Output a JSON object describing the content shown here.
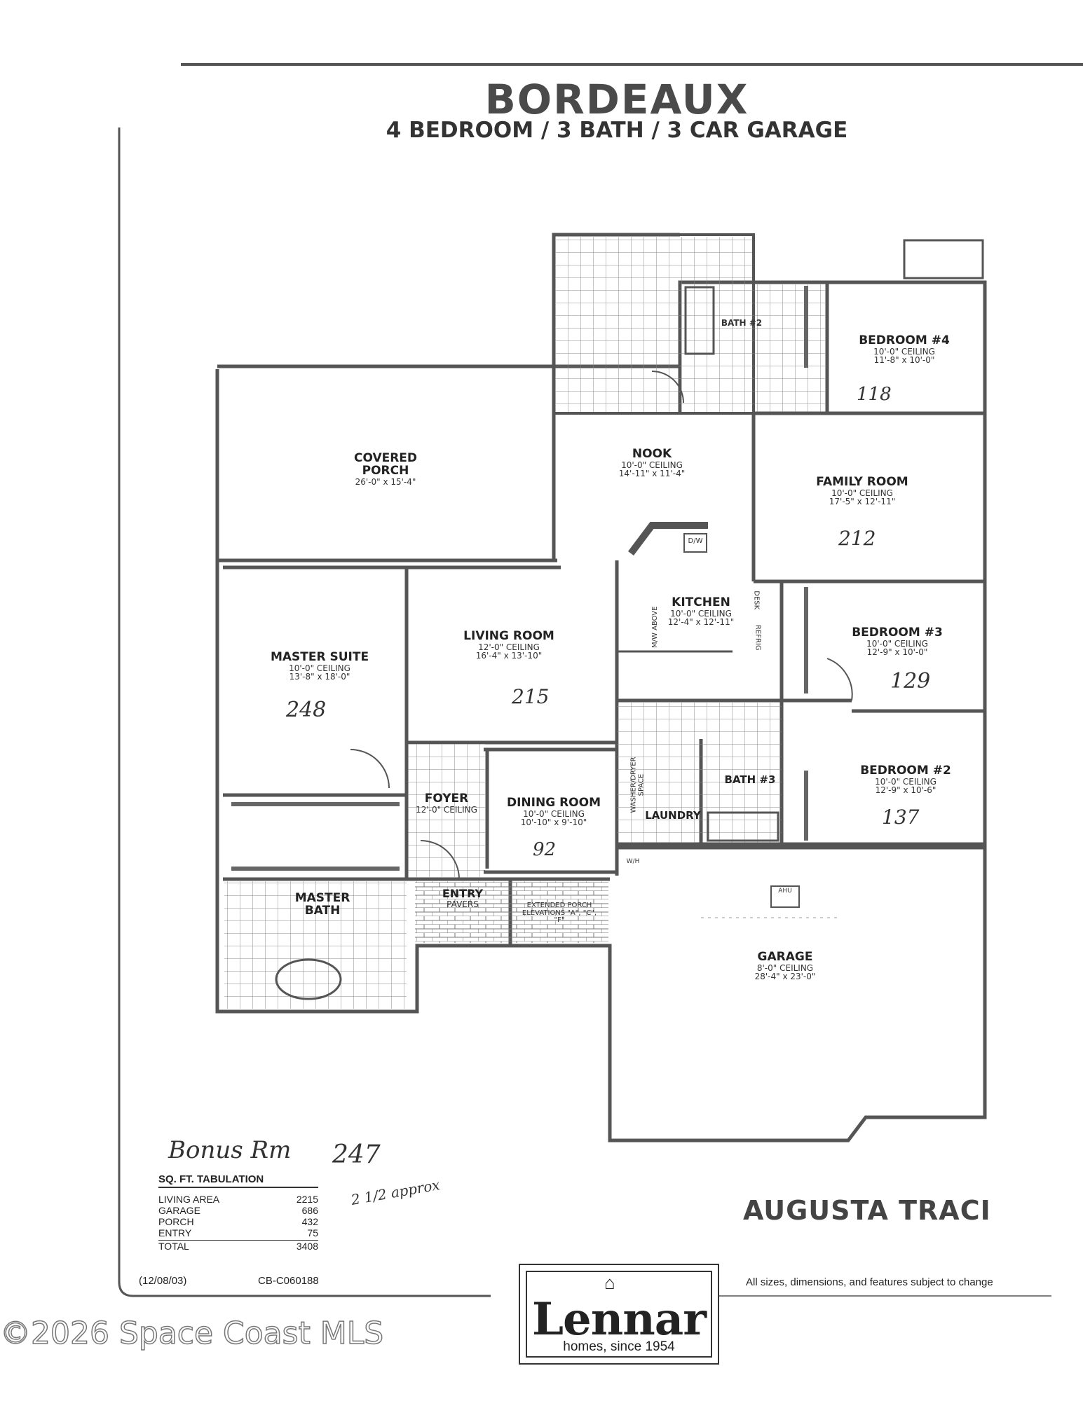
{
  "header": {
    "title": "BORDEAUX",
    "subtitle": "4 BEDROOM / 3 BATH / 3 CAR GARAGE"
  },
  "rooms": {
    "covered_porch": {
      "name": "COVERED PORCH",
      "dims": "26'-0\" x 15'-4\""
    },
    "nook": {
      "name": "NOOK",
      "ceiling": "10'-0\" CEILING",
      "dims": "14'-11\" x 11'-4\""
    },
    "bath2": {
      "name": "BATH #2"
    },
    "bedroom4": {
      "name": "BEDROOM #4",
      "ceiling": "10'-0\" CEILING",
      "dims": "11'-8\" x 10'-0\""
    },
    "family_room": {
      "name": "FAMILY ROOM",
      "ceiling": "10'-0\" CEILING",
      "dims": "17'-5\" x 12'-11\""
    },
    "kitchen": {
      "name": "KITCHEN",
      "ceiling": "10'-0\" CEILING",
      "dims": "12'-4\" x 12'-11\""
    },
    "master_suite": {
      "name": "MASTER SUITE",
      "ceiling": "10'-0\" CEILING",
      "dims": "13'-8\" x 18'-0\""
    },
    "living_room": {
      "name": "LIVING ROOM",
      "ceiling": "12'-0\" CEILING",
      "dims": "16'-4\" x 13'-10\""
    },
    "bedroom3": {
      "name": "BEDROOM #3",
      "ceiling": "10'-0\" CEILING",
      "dims": "12'-9\" x 10'-0\""
    },
    "bedroom2": {
      "name": "BEDROOM #2",
      "ceiling": "10'-0\" CEILING",
      "dims": "12'-9\" x 10'-6\""
    },
    "bath3": {
      "name": "BATH #3"
    },
    "foyer": {
      "name": "FOYER",
      "ceiling": "12'-0\" CEILING"
    },
    "dining_room": {
      "name": "DINING ROOM",
      "ceiling": "10'-0\" CEILING",
      "dims": "10'-10\" x 9'-10\""
    },
    "laundry": {
      "name": "LAUNDRY"
    },
    "master_bath": {
      "name": "MASTER BATH"
    },
    "entry": {
      "name": "ENTRY",
      "sub": "PAVERS"
    },
    "ext_porch": {
      "name": "EXTENDED PORCH ELEVATIONS \"A\", \"C\", \"F\""
    },
    "garage": {
      "name": "GARAGE",
      "ceiling": "8'-0\" CEILING",
      "dims": "28'-4\" x 23'-0\""
    }
  },
  "fixtures": {
    "dw": "D/W",
    "desk": "DESK",
    "refrig": "REFRIG",
    "mw": "M/W ABOVE",
    "washer": "WASHER/DRYER SPACE",
    "wh": "W/H",
    "ahu": "AHU"
  },
  "handwritten": {
    "bedroom4": "118",
    "family_room": "212",
    "living_room": "215",
    "master_suite": "248",
    "bedroom3": "129",
    "bedroom2": "137",
    "dining_room": "92",
    "bonus_label": "Bonus Rm",
    "bonus_value": "247",
    "note": "2 1/2 approx"
  },
  "tabulation": {
    "heading": "SQ. FT. TABULATION",
    "rows": [
      {
        "label": "LIVING AREA",
        "value": "2215"
      },
      {
        "label": "GARAGE",
        "value": "686"
      },
      {
        "label": "PORCH",
        "value": "432"
      },
      {
        "label": "ENTRY",
        "value": "75"
      }
    ],
    "total_label": "TOTAL",
    "total_value": "3408"
  },
  "community": "AUGUSTA TRACI",
  "footer": {
    "date": "(12/08/03)",
    "code": "CB-C060188",
    "disclaimer": "All sizes, dimensions, and features subject to change"
  },
  "logo": {
    "word": "Lennar",
    "tagline": "homes, since 1954"
  },
  "watermark": "©2026 Space Coast MLS"
}
